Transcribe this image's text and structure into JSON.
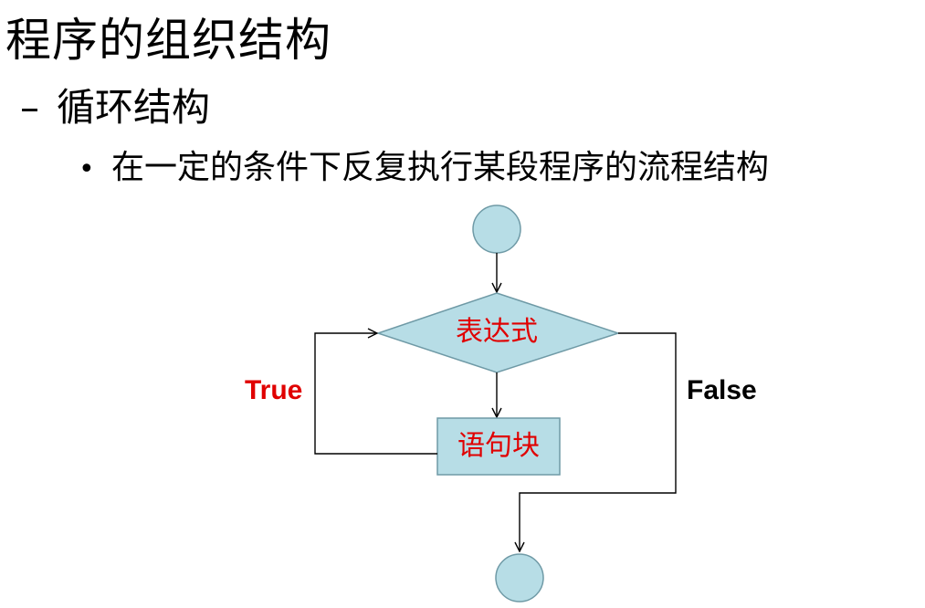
{
  "slide": {
    "title": "程序的组织结构",
    "subtitle_marker": "–",
    "subtitle": "循环结构",
    "bullet_marker": "•",
    "bullet": "在一定的条件下反复执行某段程序的流程结构"
  },
  "flowchart": {
    "nodes": {
      "start": {
        "shape": "circle",
        "label": ""
      },
      "condition": {
        "shape": "diamond",
        "label": "表达式"
      },
      "body": {
        "shape": "rectangle",
        "label": "语句块"
      },
      "end": {
        "shape": "circle",
        "label": ""
      }
    },
    "edges": {
      "true_label": "True",
      "false_label": "False"
    },
    "colors": {
      "node_fill": "#b7dde6",
      "node_stroke": "#6f9aa6",
      "node_text": "#e00000",
      "true_label": "#e00000",
      "false_label": "#000000",
      "line": "#000000"
    }
  }
}
